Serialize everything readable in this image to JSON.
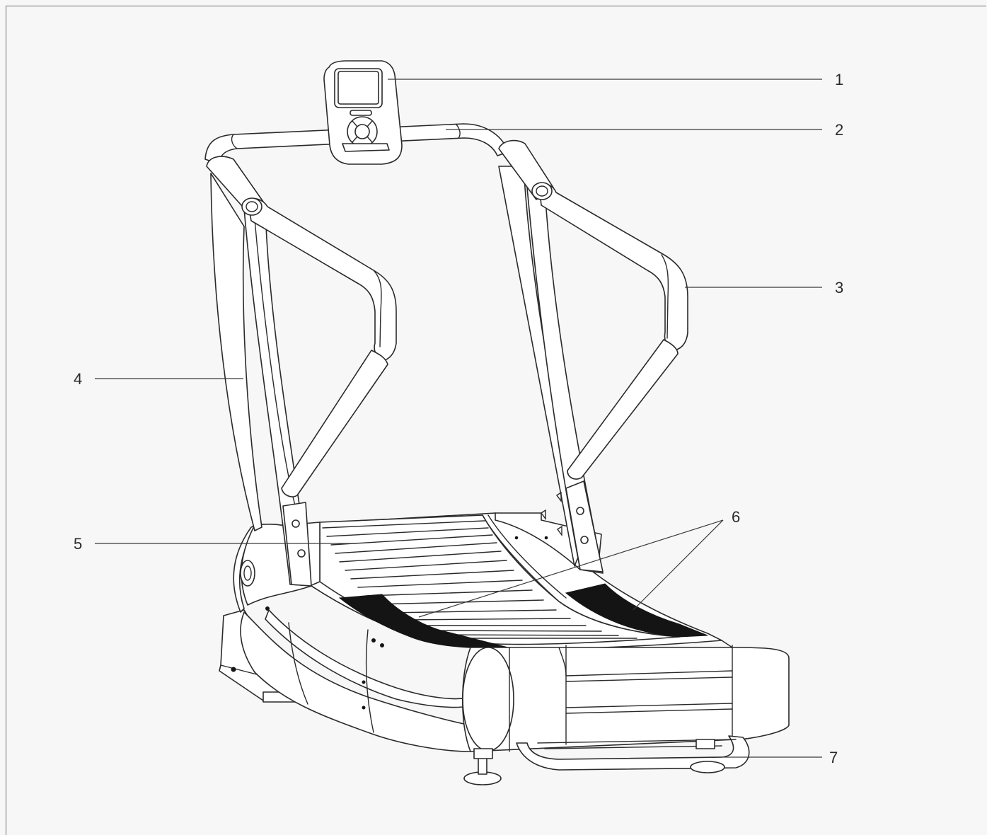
{
  "callouts": [
    {
      "id": "1",
      "label": "1"
    },
    {
      "id": "2",
      "label": "2"
    },
    {
      "id": "3",
      "label": "3"
    },
    {
      "id": "4",
      "label": "4"
    },
    {
      "id": "5",
      "label": "5"
    },
    {
      "id": "6",
      "label": "6"
    },
    {
      "id": "7",
      "label": "7"
    }
  ],
  "colors": {
    "background": "#f7f7f7",
    "line": "#2a2a2a",
    "fill": "#ffffff",
    "dark_pad": "#141414"
  }
}
